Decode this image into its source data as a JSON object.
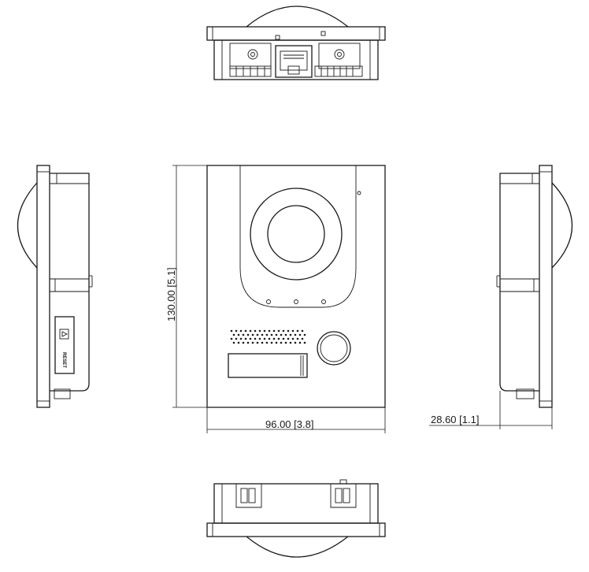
{
  "dimensions": {
    "height": "130.00  [5.1]",
    "width": "96.00  [3.8]",
    "depth": "28.60  [1.1]"
  },
  "side_label": "RESET"
}
